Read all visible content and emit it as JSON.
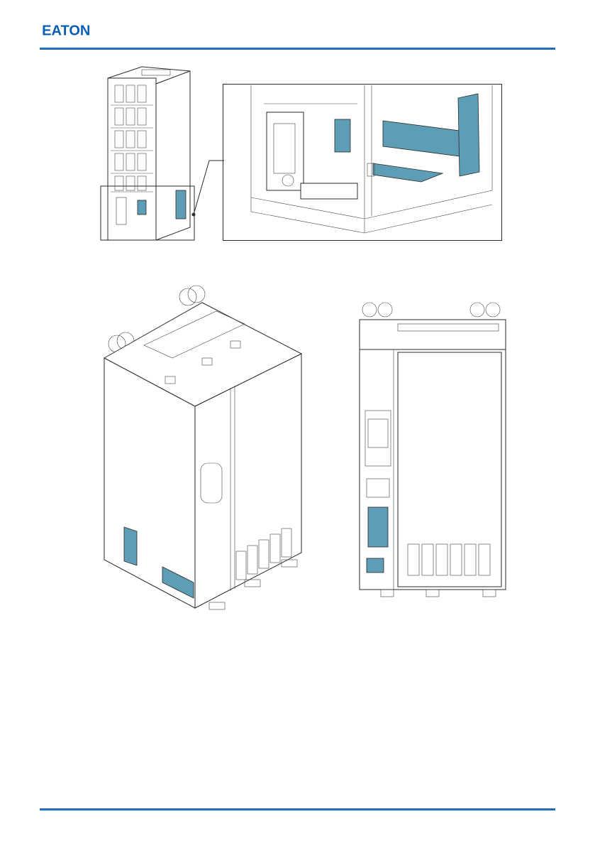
{
  "brand": {
    "logo_text": "EATON",
    "accent_color": "#1f6fb8",
    "highlight_color": "#5d9db5"
  },
  "figures": [
    {
      "name": "cabinet-front-open",
      "icon": "cabinet-drawing"
    },
    {
      "name": "cabinet-detail-zoom",
      "icon": "cabinet-drawing"
    },
    {
      "name": "cabinet-isometric-closed",
      "icon": "cabinet-drawing"
    },
    {
      "name": "cabinet-front-door-open",
      "icon": "cabinet-drawing"
    }
  ]
}
